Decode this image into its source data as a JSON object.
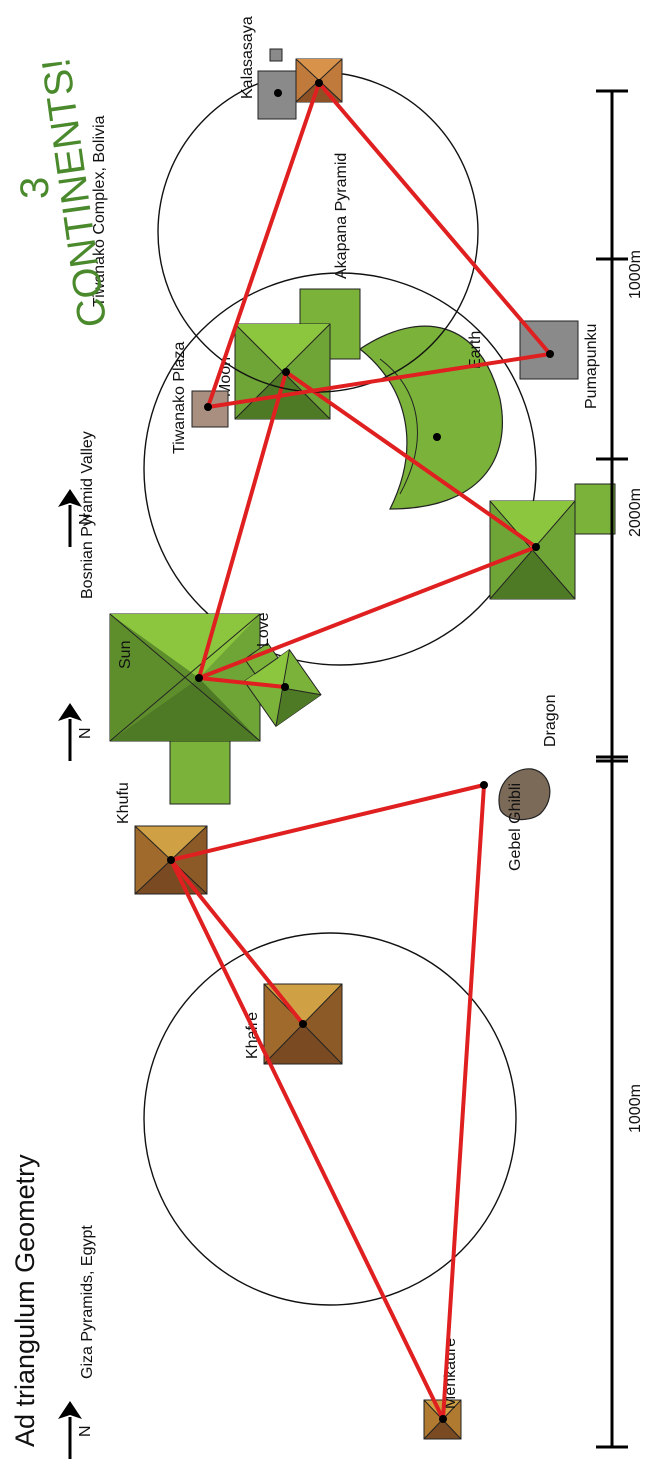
{
  "title": "Ad triangulum Geometry",
  "headline_top": "3",
  "headline_bottom": "CONTINENTS!",
  "north_label": "N",
  "panels": {
    "giza": {
      "site": "Giza Pyramids, Egypt",
      "scale": "1000m",
      "labels": {
        "khufu": "Khufu",
        "khafre": "Khafre",
        "menkaure": "Menkaure",
        "ghibli": "Gebel Ghibli"
      }
    },
    "bosnia": {
      "site": "Bosnian Pyramid Valley",
      "scale": "2000m",
      "labels": {
        "sun": "Sun",
        "love": "Love",
        "dragon": "Dragon",
        "earth": "Earth",
        "moon": "Moon"
      }
    },
    "tiwanaku": {
      "site": "Tiwanako Complex, Bolivia",
      "scale": "1000m",
      "labels": {
        "plaza": "Tiwanako Plaza",
        "pumapunku": "Pumapunku",
        "akapana": "Akapana Pyramid",
        "kalasasaya": "Kalasasaya"
      }
    }
  },
  "colors": {
    "triangle": "#e02020",
    "giza_pyramid_dark": "#7a4a22",
    "giza_pyramid_light": "#c89a3a",
    "bosnia_green_dark": "#5a8a2c",
    "bosnia_green_light": "#8cc63f",
    "tiwanaku_gray": "#8a8a8a",
    "headline": "#4a8a2c"
  }
}
